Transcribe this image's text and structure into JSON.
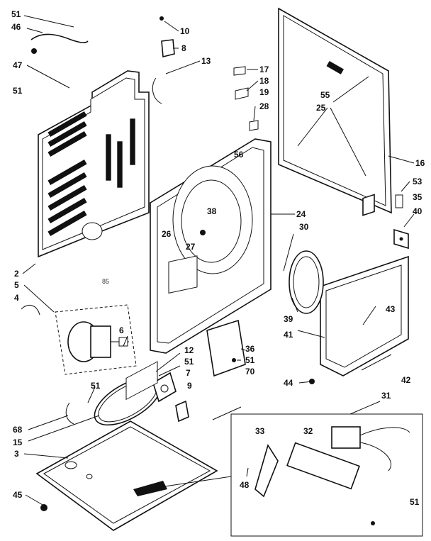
{
  "labels": {
    "l51a": "51",
    "l46": "46",
    "l47": "47",
    "l51b": "51",
    "l10": "10",
    "l8": "8",
    "l13": "13",
    "l17": "17",
    "l18": "18",
    "l19": "19",
    "l28": "28",
    "l55": "55",
    "l25": "25",
    "l16": "16",
    "l56": "56",
    "l53": "53",
    "l35": "35",
    "l40": "40",
    "l24": "24",
    "l30": "30",
    "l26": "26",
    "l38": "38",
    "l27": "27",
    "l2": "2",
    "l85": "85",
    "l5": "5",
    "l4": "4",
    "l6": "6",
    "l43": "43",
    "l39": "39",
    "l41": "41",
    "l42": "42",
    "l12": "12",
    "l51c": "51",
    "l7": "7",
    "l9": "9",
    "l36": "36",
    "l51d": "51",
    "l70": "70",
    "l44": "44",
    "l51e": "51",
    "l68": "68",
    "l15": "15",
    "l3": "3",
    "l31": "31",
    "l33": "33",
    "l32": "32",
    "l48": "48",
    "l45": "45",
    "l51f": "51"
  }
}
